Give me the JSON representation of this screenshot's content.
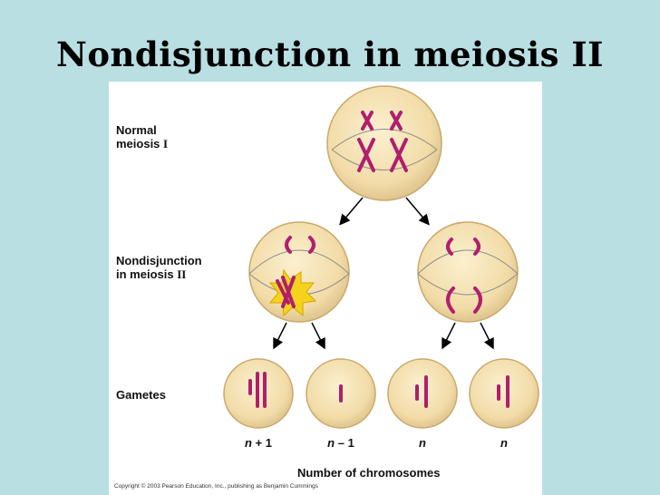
{
  "slide": {
    "title": "Nondisjunction in meiosis II"
  },
  "labels": {
    "normal_meiosis": "Normal\nmeiosis",
    "normal_meiosis_numeral": "I",
    "nondisjunction": "Nondisjunction\nin meiosis",
    "nondisjunction_numeral": "II",
    "gametes": "Gametes"
  },
  "gamete_counts": [
    {
      "symbol": "n",
      "suffix": " + 1"
    },
    {
      "symbol": "n",
      "suffix": " – 1"
    },
    {
      "symbol": "n",
      "suffix": ""
    },
    {
      "symbol": "n",
      "suffix": ""
    }
  ],
  "axis_caption": "Number of chromosomes",
  "copyright": "Copyright © 2003 Pearson Education, Inc., publishing as Benjamin Cummings",
  "colors": {
    "background": "#b9dfe3",
    "cell_fill": "#f2dca8",
    "cell_stroke": "#c9a86b",
    "chromosome": "#b01e6e",
    "starburst": "#f5d31c"
  }
}
